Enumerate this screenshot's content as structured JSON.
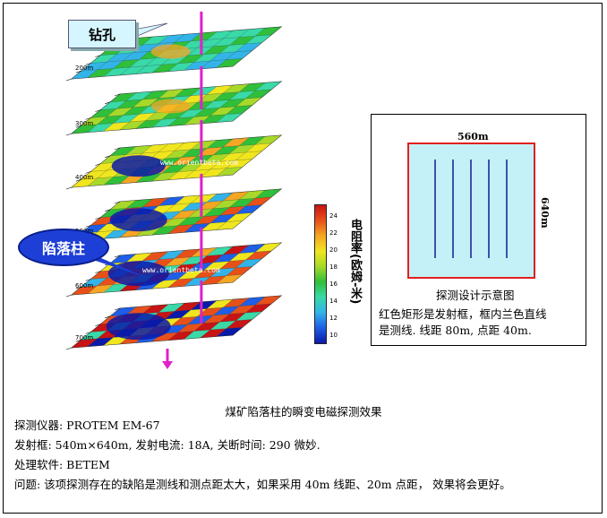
{
  "callouts": {
    "drill_hole": "钻孔",
    "collapse_column": "陷落柱"
  },
  "watermark": "www.orientbeta.com",
  "depth_labels": [
    "200m",
    "300m",
    "400m",
    "500m",
    "600m",
    "700m"
  ],
  "colorbar": {
    "label": "电阻率(欧姆-米)",
    "ticks": [
      "24",
      "22",
      "20",
      "18",
      "16",
      "14",
      "12",
      "10"
    ],
    "colors": [
      "#0a1aa8",
      "#1f5ee6",
      "#33b4e8",
      "#39d9a8",
      "#2fbf3a",
      "#a8d92a",
      "#f0e61e",
      "#f5a623",
      "#e8501a",
      "#c81414"
    ]
  },
  "schematic": {
    "width_label": "560m",
    "height_label": "640m",
    "title": "探测设计示意图",
    "description": [
      "红色矩形是发射框，框内兰色直线",
      "是测线. 线距 80m, 点距 40m."
    ],
    "line_count": 5,
    "frame_color": "#e02020",
    "line_color": "#1a2a9a",
    "fill_color": "#c4f1f7"
  },
  "caption": "煤矿陷落柱的瞬变电磁探测效果",
  "info": [
    "探测仪器: PROTEM EM-67",
    "发射框: 540m×640m, 发射电流: 18A, 关断时间: 290 微妙.",
    "处理软件: BETEM",
    "问题: 该项探测存在的缺陷是测线和测点距太大，如果采用 40m 线距、20m 点距，  效果将会更好。"
  ],
  "colors": {
    "drill": "#e020c8",
    "frame": "#000000"
  }
}
